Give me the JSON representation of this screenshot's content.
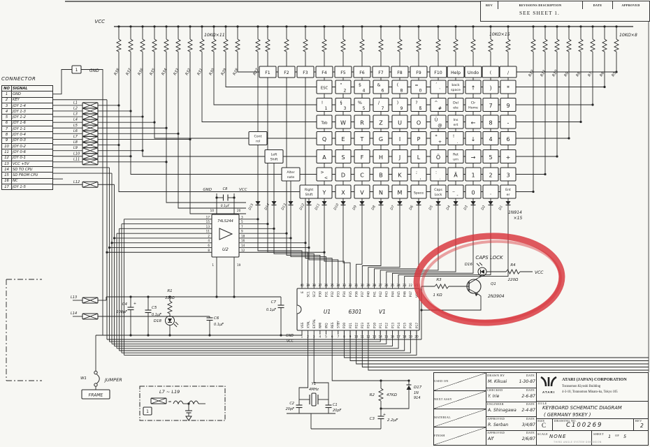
{
  "labels": {
    "vcc": "VCC",
    "gnd": "GND",
    "plus": "+",
    "equals": "=",
    "connector_title": "CONNECTOR",
    "ref_box": "1",
    "r_group1": "10KΩ×11",
    "r_group2": "10KΩ×15",
    "r_group3": "10KΩ×8",
    "diode_part": "1N914",
    "diode_qty": "×15",
    "w1": "W1",
    "jumper": "JUMPER",
    "frame": "FRAME",
    "legend_range": "L7 ~ L19"
  },
  "parts": {
    "c1": [
      "C1",
      "20pF"
    ],
    "c2": [
      "C2",
      "20pF"
    ],
    "c3": [
      "C3",
      "2.2µF"
    ],
    "c4": [
      "C4",
      "100µF"
    ],
    "c5": [
      "C5",
      "0.1µF"
    ],
    "c6": [
      "C6",
      "0.1µF"
    ],
    "c7": [
      "C7",
      "0.1µF"
    ],
    "c8": [
      "C8",
      "0.1µF"
    ],
    "r1": [
      "R1",
      "220Ω"
    ],
    "r2": [
      "R2",
      "47KΩ"
    ],
    "r3": [
      "R3",
      "1 KΩ"
    ],
    "r4": [
      "R4",
      "220Ω"
    ],
    "y1": [
      "Y1",
      "4MHz"
    ],
    "d17": [
      "D17",
      "1N",
      "914"
    ],
    "d18": "D18",
    "d16": "D16",
    "q1": [
      "Q1",
      "2N3904"
    ],
    "capslock_title": "CAPS LOCK"
  },
  "resistors": {
    "g1": [
      "R38",
      "R37",
      "R36",
      "R35",
      "R34",
      "R33",
      "R32",
      "R31",
      "R30",
      "R29",
      "R28"
    ],
    "g2": [
      "R27",
      "R26",
      "R25",
      "R24",
      "R23",
      "R22",
      "R21",
      "R20",
      "R19",
      "R18",
      "R17",
      "R16",
      "R15",
      "R14",
      "R13"
    ],
    "g3": [
      "R12",
      "R11",
      "R10",
      "R9",
      "R8",
      "R7",
      "R6",
      "R5"
    ]
  },
  "diodes": [
    "D15",
    "D14",
    "D13",
    "D12",
    "D11",
    "D10",
    "D9",
    "D8",
    "D7",
    "D6",
    "D5",
    "D4",
    "D3",
    "D2",
    "D1"
  ],
  "inductors": {
    "beads": [
      "L1",
      "L2",
      "L3",
      "L4",
      "L5",
      "L6",
      "L7",
      "L8",
      "L9",
      "L10",
      "L11"
    ],
    "l12": "L12",
    "l13": "L13",
    "l14": "L14"
  },
  "connector": {
    "headers": [
      "NO",
      "SIGNAL"
    ],
    "rows": [
      [
        "1",
        "GND"
      ],
      [
        "2",
        "KEY"
      ],
      [
        "3",
        "JOY 1-4"
      ],
      [
        "4",
        "JOY 1-3"
      ],
      [
        "5",
        "JOY 1-2"
      ],
      [
        "6",
        "JOY 1-6"
      ],
      [
        "7",
        "JOY 1-1"
      ],
      [
        "8",
        "JOY 0-4"
      ],
      [
        "9",
        "JOY 0-3"
      ],
      [
        "10",
        "JOY 0-2"
      ],
      [
        "11",
        "JOY 0-6"
      ],
      [
        "12",
        "JOY 0-1"
      ],
      [
        "13",
        "VCC +5V"
      ],
      [
        "14",
        "SD TO CPU"
      ],
      [
        "15",
        "SD FROM CPU"
      ],
      [
        "16",
        "NC"
      ],
      [
        "17",
        "JOY 1-5"
      ]
    ]
  },
  "keyboard": {
    "row1": [
      "F1",
      "F2",
      "F3",
      "F4",
      "F5",
      "F6",
      "F7",
      "F8",
      "F9",
      "F10",
      "Help",
      "Undo",
      "(",
      "/"
    ],
    "rows": [
      [
        [
          "ESC"
        ],
        [
          "\"",
          "2"
        ],
        [
          "$",
          "4"
        ],
        [
          "&",
          "6"
        ],
        [
          "(",
          "8"
        ],
        [
          "=",
          "0"
        ],
        [
          "´",
          "`"
        ],
        [
          "back",
          "space"
        ],
        [
          "↑"
        ],
        [
          ")"
        ],
        [
          "*"
        ]
      ],
      [
        [
          "!",
          "1"
        ],
        [
          "§",
          "3"
        ],
        [
          "%",
          "5"
        ],
        [
          "/",
          "7"
        ],
        [
          ")",
          "9"
        ],
        [
          "?",
          "ß"
        ],
        [
          "^",
          "#"
        ],
        [
          "Del",
          "ete"
        ],
        [
          "Clr",
          "Home"
        ],
        [
          "7"
        ],
        [
          "9"
        ]
      ],
      [
        [
          "Tab"
        ],
        [
          "W"
        ],
        [
          "R"
        ],
        [
          "Z"
        ],
        [
          "U"
        ],
        [
          "O"
        ],
        [
          "Ü",
          "@"
        ],
        [
          "Ins",
          "ert"
        ],
        [
          "←"
        ],
        [
          "8"
        ],
        [
          "-"
        ]
      ],
      [
        [
          "Q"
        ],
        [
          "E"
        ],
        [
          "T"
        ],
        [
          "G"
        ],
        [
          "I"
        ],
        [
          "P"
        ],
        [
          "*",
          "+"
        ],
        [
          "!",
          "."
        ],
        [
          "↓"
        ],
        [
          "4"
        ],
        [
          "6"
        ]
      ],
      [
        [
          "A"
        ],
        [
          "S"
        ],
        [
          "F"
        ],
        [
          "H"
        ],
        [
          "J"
        ],
        [
          "L"
        ],
        [
          "Ö"
        ],
        [
          "Ret",
          "urn"
        ],
        [
          "→"
        ],
        [
          "5"
        ],
        [
          "+"
        ]
      ],
      [
        [
          ">",
          "<"
        ],
        [
          "D"
        ],
        [
          "C"
        ],
        [
          "B"
        ],
        [
          "K"
        ],
        [
          ";",
          ","
        ],
        [
          ":",
          "."
        ],
        [
          "Ä"
        ],
        [
          "1"
        ],
        [
          "2"
        ],
        [
          "3"
        ]
      ],
      [
        [
          "Y"
        ],
        [
          "X"
        ],
        [
          "V"
        ],
        [
          "N"
        ],
        [
          "M"
        ],
        [
          "Space"
        ],
        [
          "Caps",
          "Lock"
        ],
        [
          "_",
          "-"
        ],
        [
          "0"
        ],
        [
          "."
        ],
        [
          "Ent",
          "er"
        ]
      ]
    ],
    "special": [
      [
        "Cont",
        "rol"
      ],
      [
        "Left",
        "Shift"
      ],
      [
        "Alter",
        "nate"
      ],
      [
        "Right",
        "Shift"
      ]
    ]
  },
  "u2": {
    "ref": "U2",
    "part": "74LS244",
    "left_pins": [
      "17",
      "15",
      "13",
      "11",
      "2",
      "4",
      "6",
      "8"
    ],
    "right_pins": [
      "3",
      "5",
      "7",
      "9",
      "18",
      "16",
      "14",
      "12"
    ],
    "pin_top_left": "10",
    "pin_top_right": "20",
    "pin_bot_left": "1",
    "pin_bot_right": "19"
  },
  "u1": {
    "ref": "U1",
    "part": "6301",
    "suffix": "V1",
    "top_pins": [
      [
        "40",
        "E"
      ],
      [
        "39",
        "SC1"
      ],
      [
        "38",
        "SC2"
      ],
      [
        "37",
        "P30"
      ],
      [
        "36",
        "P31"
      ],
      [
        "35",
        "P32"
      ],
      [
        "34",
        "P33"
      ],
      [
        "33",
        "P34"
      ],
      [
        "32",
        "P35"
      ],
      [
        "31",
        "P36"
      ],
      [
        "30",
        "P37"
      ],
      [
        "29",
        "P40"
      ],
      [
        "28",
        "P41"
      ],
      [
        "27",
        "P42"
      ],
      [
        "26",
        "P43"
      ],
      [
        "25",
        "P44"
      ],
      [
        "24",
        "P45"
      ],
      [
        "23",
        "P46"
      ],
      [
        "22",
        "P47"
      ],
      [
        "21",
        "VCC"
      ]
    ],
    "bot_pins": [
      [
        "1",
        "VSS"
      ],
      [
        "2",
        "XTAL"
      ],
      [
        "3",
        "EXTAL"
      ],
      [
        "4",
        "NMI"
      ],
      [
        "5",
        "IRQ"
      ],
      [
        "6",
        "RES"
      ],
      [
        "7",
        "STBY"
      ],
      [
        "8",
        "P20"
      ],
      [
        "9",
        "P21"
      ],
      [
        "10",
        "P22"
      ],
      [
        "11",
        "P23"
      ],
      [
        "12",
        "P24"
      ],
      [
        "13",
        "P10"
      ],
      [
        "14",
        "P11"
      ],
      [
        "15",
        "P12"
      ],
      [
        "16",
        "P13"
      ],
      [
        "17",
        "P14"
      ],
      [
        "18",
        "P15"
      ],
      [
        "19",
        "P16"
      ],
      [
        "20",
        "P17"
      ]
    ]
  },
  "revision_table": {
    "headers": [
      "REV",
      "REVISIONS DESCRIPTION",
      "DATE",
      "APPROVED"
    ],
    "note": "SEE SHEET 1."
  },
  "title_block": {
    "used_on": "USED ON",
    "next_assy": "NEXT ASSY",
    "material": "MATERIAL",
    "finish": "FINISH",
    "date_label": "DATE",
    "rows": [
      {
        "label": "DRAWN BY",
        "sig": "M. Kikuai",
        "date": "1-30-87"
      },
      {
        "label": "CHECKED",
        "sig": "Y. Irie",
        "date": "2-6-87"
      },
      {
        "label": "ENGINEER",
        "sig": "A. Shinagawa",
        "date": "2-4-87"
      },
      {
        "label": "APPROVED",
        "sig": "R. Serban",
        "date": "3/4/87"
      },
      {
        "label": "APPROVED",
        "sig": "Alf",
        "date": "2/6/87"
      }
    ],
    "logo": "ATARI",
    "company": "ATARI (JAPAN) CORPORATION",
    "addr1": "Toranomon Kiyoshi Building",
    "addr2": "4-3-10, Toranomon Minato-ku, Tokyo 105",
    "title_label": "TITLE",
    "title1": "KEYBOARD SCHEMATIC DIAGRAM",
    "title2": "( GERMANY 95KEY )",
    "size_label": "SIZE",
    "size": "C",
    "dwg_label": "DRAWING NO.",
    "dwg": "C100269",
    "rev_label": "REV",
    "rev": "2",
    "scale_label": "SCALE",
    "scale": "NONE",
    "sheet_label": "SHEET",
    "sheet": "1",
    "of_label": "OF",
    "total": "5",
    "micro": "THIRD ANGLE SYSTEM DIMENSION"
  },
  "annotation": {
    "color": "#d8353c"
  }
}
